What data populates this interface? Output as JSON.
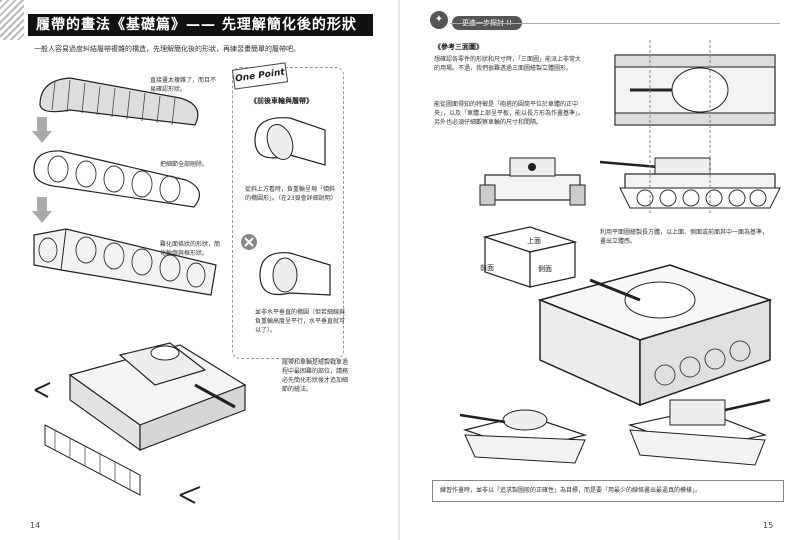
{
  "left_page": {
    "title": "履帶的畫法《基礎篇》—— 先理解簡化後的形狀",
    "intro": "一般人容易過度糾結履帶複雜的構造，先理解簡化後的形狀，再練習畫簡單的履帶吧。",
    "steps": [
      {
        "text": "直接畫太複雜了，而且不易確認形狀。"
      },
      {
        "text": "把細節全部刪除。"
      },
      {
        "text": "難化面條狀的形狀，簡化輪廓與框形狀。"
      }
    ],
    "tank_note": "履帶和車輪是繪製戰車過程中最困難的部位，請務必先簡化形狀後才追加細節的繪法。",
    "onepoint": {
      "badge": "One Point",
      "heading": "《前後車輪與履帶》",
      "note1": "從斜上方看時，負重輪呈現「傾斜的橢圓形」。（在23頁會詳細說明）",
      "note2": "並非水平垂直的橢圓（但若細線與負重輪高度呈平行，水平垂直就可以了）。"
    },
    "page_number": "14"
  },
  "right_page": {
    "tip_label": "更進一步探討 !!",
    "ref_heading": "《參考三面圖》",
    "ref_text1": "想確認各零件的形狀和尺寸時，「三面圖」能派上非常大的用場。不過，我們很難透過三面圖繪製立體圖形。",
    "ref_text2": "能從圖面得知的特徵是「砲塔的圓筒平位於車體的正中央」，以及「車體上部呈平板，能以長方形為作畫基準」。另外也必須仔細觀察車輪的尺寸和間隔。",
    "box_labels": {
      "top": "上面",
      "front": "前面",
      "side": "側面"
    },
    "box_text": "利用平面圖繪製長方體，以上面、側面或前面其中一面為基準，畫出立體感。",
    "footer": "練習作畫時，並非以「追求製圖般的正確性」為目標，而是要「用最少的線條畫出最逼真的模樣」。",
    "page_number": "15"
  }
}
